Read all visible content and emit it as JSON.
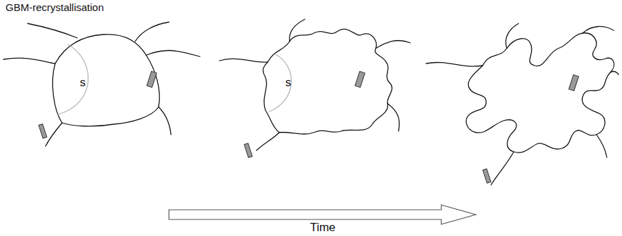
{
  "diagram": {
    "title": "GBM-recrystallisation",
    "labels": [
      "s",
      "s",
      "Time"
    ]
  }
}
